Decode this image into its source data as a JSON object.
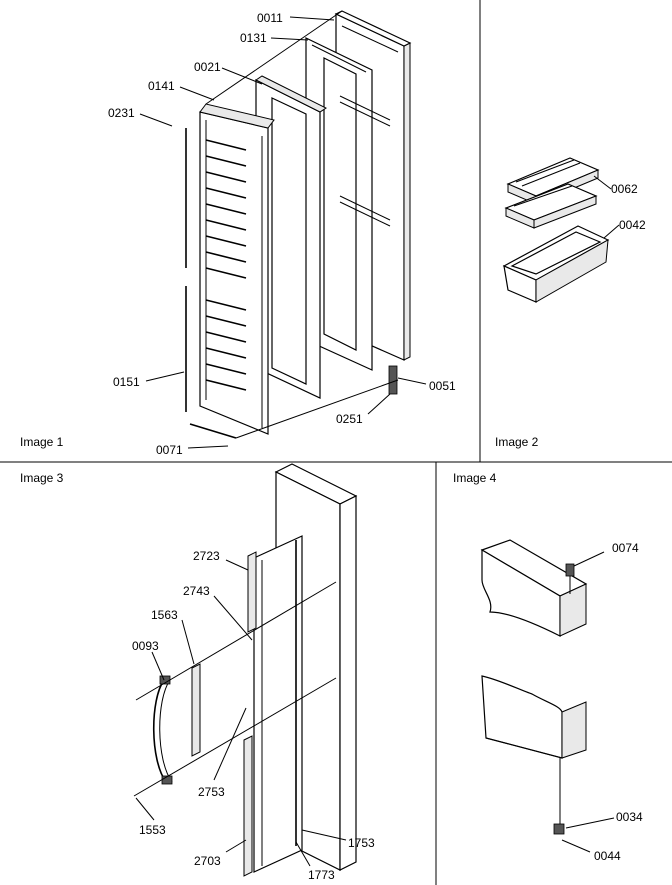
{
  "panels": {
    "image1": {
      "caption": "Image 1",
      "callouts": [
        "0011",
        "0131",
        "0021",
        "0141",
        "0231",
        "0151",
        "0071",
        "0251",
        "0051"
      ]
    },
    "image2": {
      "caption": "Image 2",
      "callouts": [
        "0062",
        "0042"
      ]
    },
    "image3": {
      "caption": "Image 3",
      "callouts": [
        "2723",
        "2743",
        "1563",
        "0093",
        "2753",
        "1553",
        "2703",
        "1773",
        "1753"
      ]
    },
    "image4": {
      "caption": "Image 4",
      "callouts": [
        "0074",
        "0034",
        "0044"
      ]
    }
  },
  "colors": {
    "line": "#000000",
    "background": "#ffffff",
    "shade": "#e9e9e9"
  }
}
